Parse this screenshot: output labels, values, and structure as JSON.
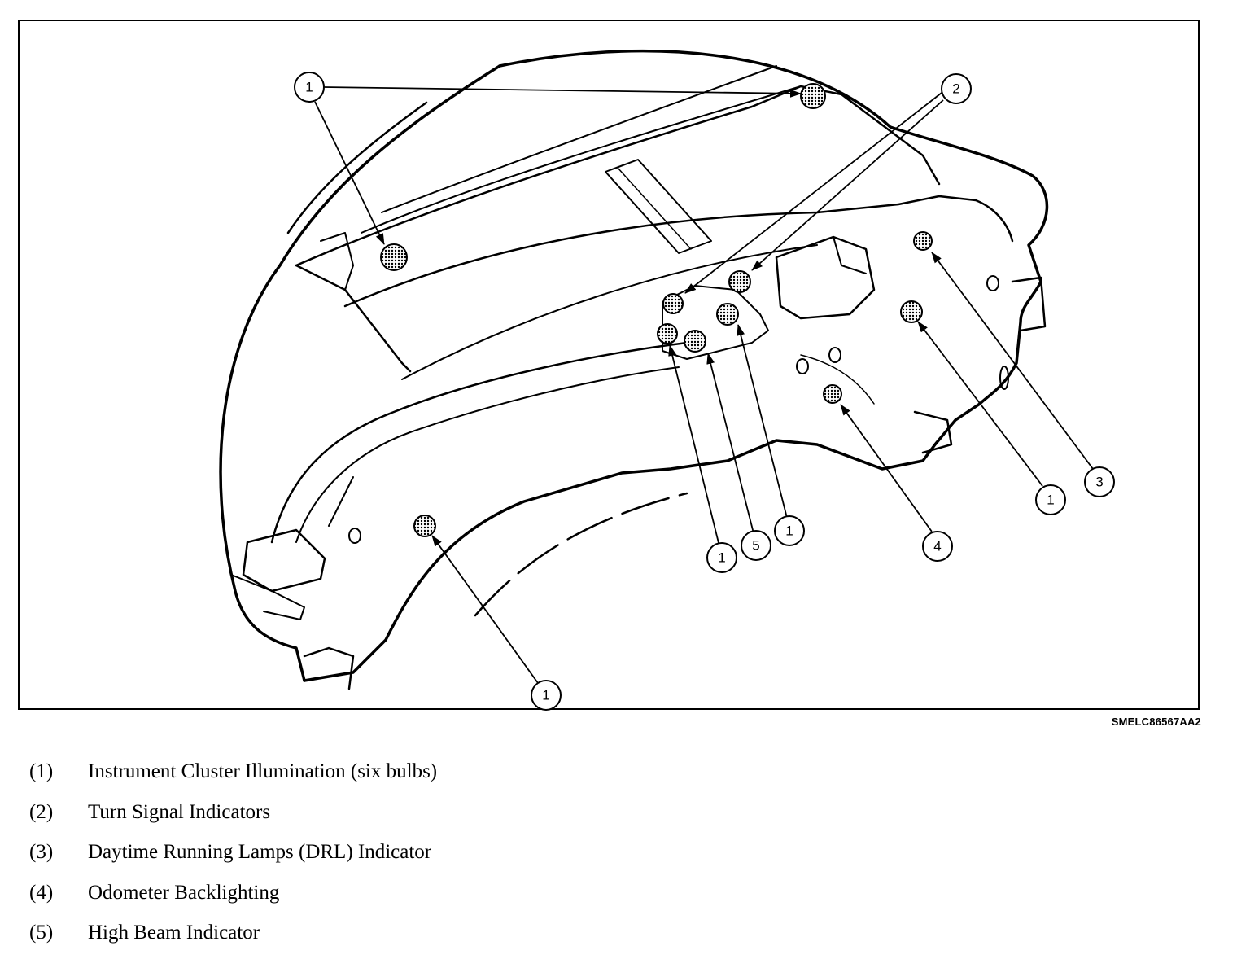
{
  "figure_code": "SMELC86567AA2",
  "callouts": {
    "c1_top": "1",
    "c2": "2",
    "c1_a": "1",
    "c5": "5",
    "c1_b": "1",
    "c4": "4",
    "c1_right": "1",
    "c3": "3",
    "c1_bottom": "1"
  },
  "legend": [
    {
      "num": "(1)",
      "text": "Instrument Cluster Illumination (six bulbs)"
    },
    {
      "num": "(2)",
      "text": "Turn Signal Indicators"
    },
    {
      "num": "(3)",
      "text": "Daytime Running Lamps (DRL) Indicator"
    },
    {
      "num": "(4)",
      "text": "Odometer Backlighting"
    },
    {
      "num": "(5)",
      "text": "High Beam Indicator"
    }
  ]
}
